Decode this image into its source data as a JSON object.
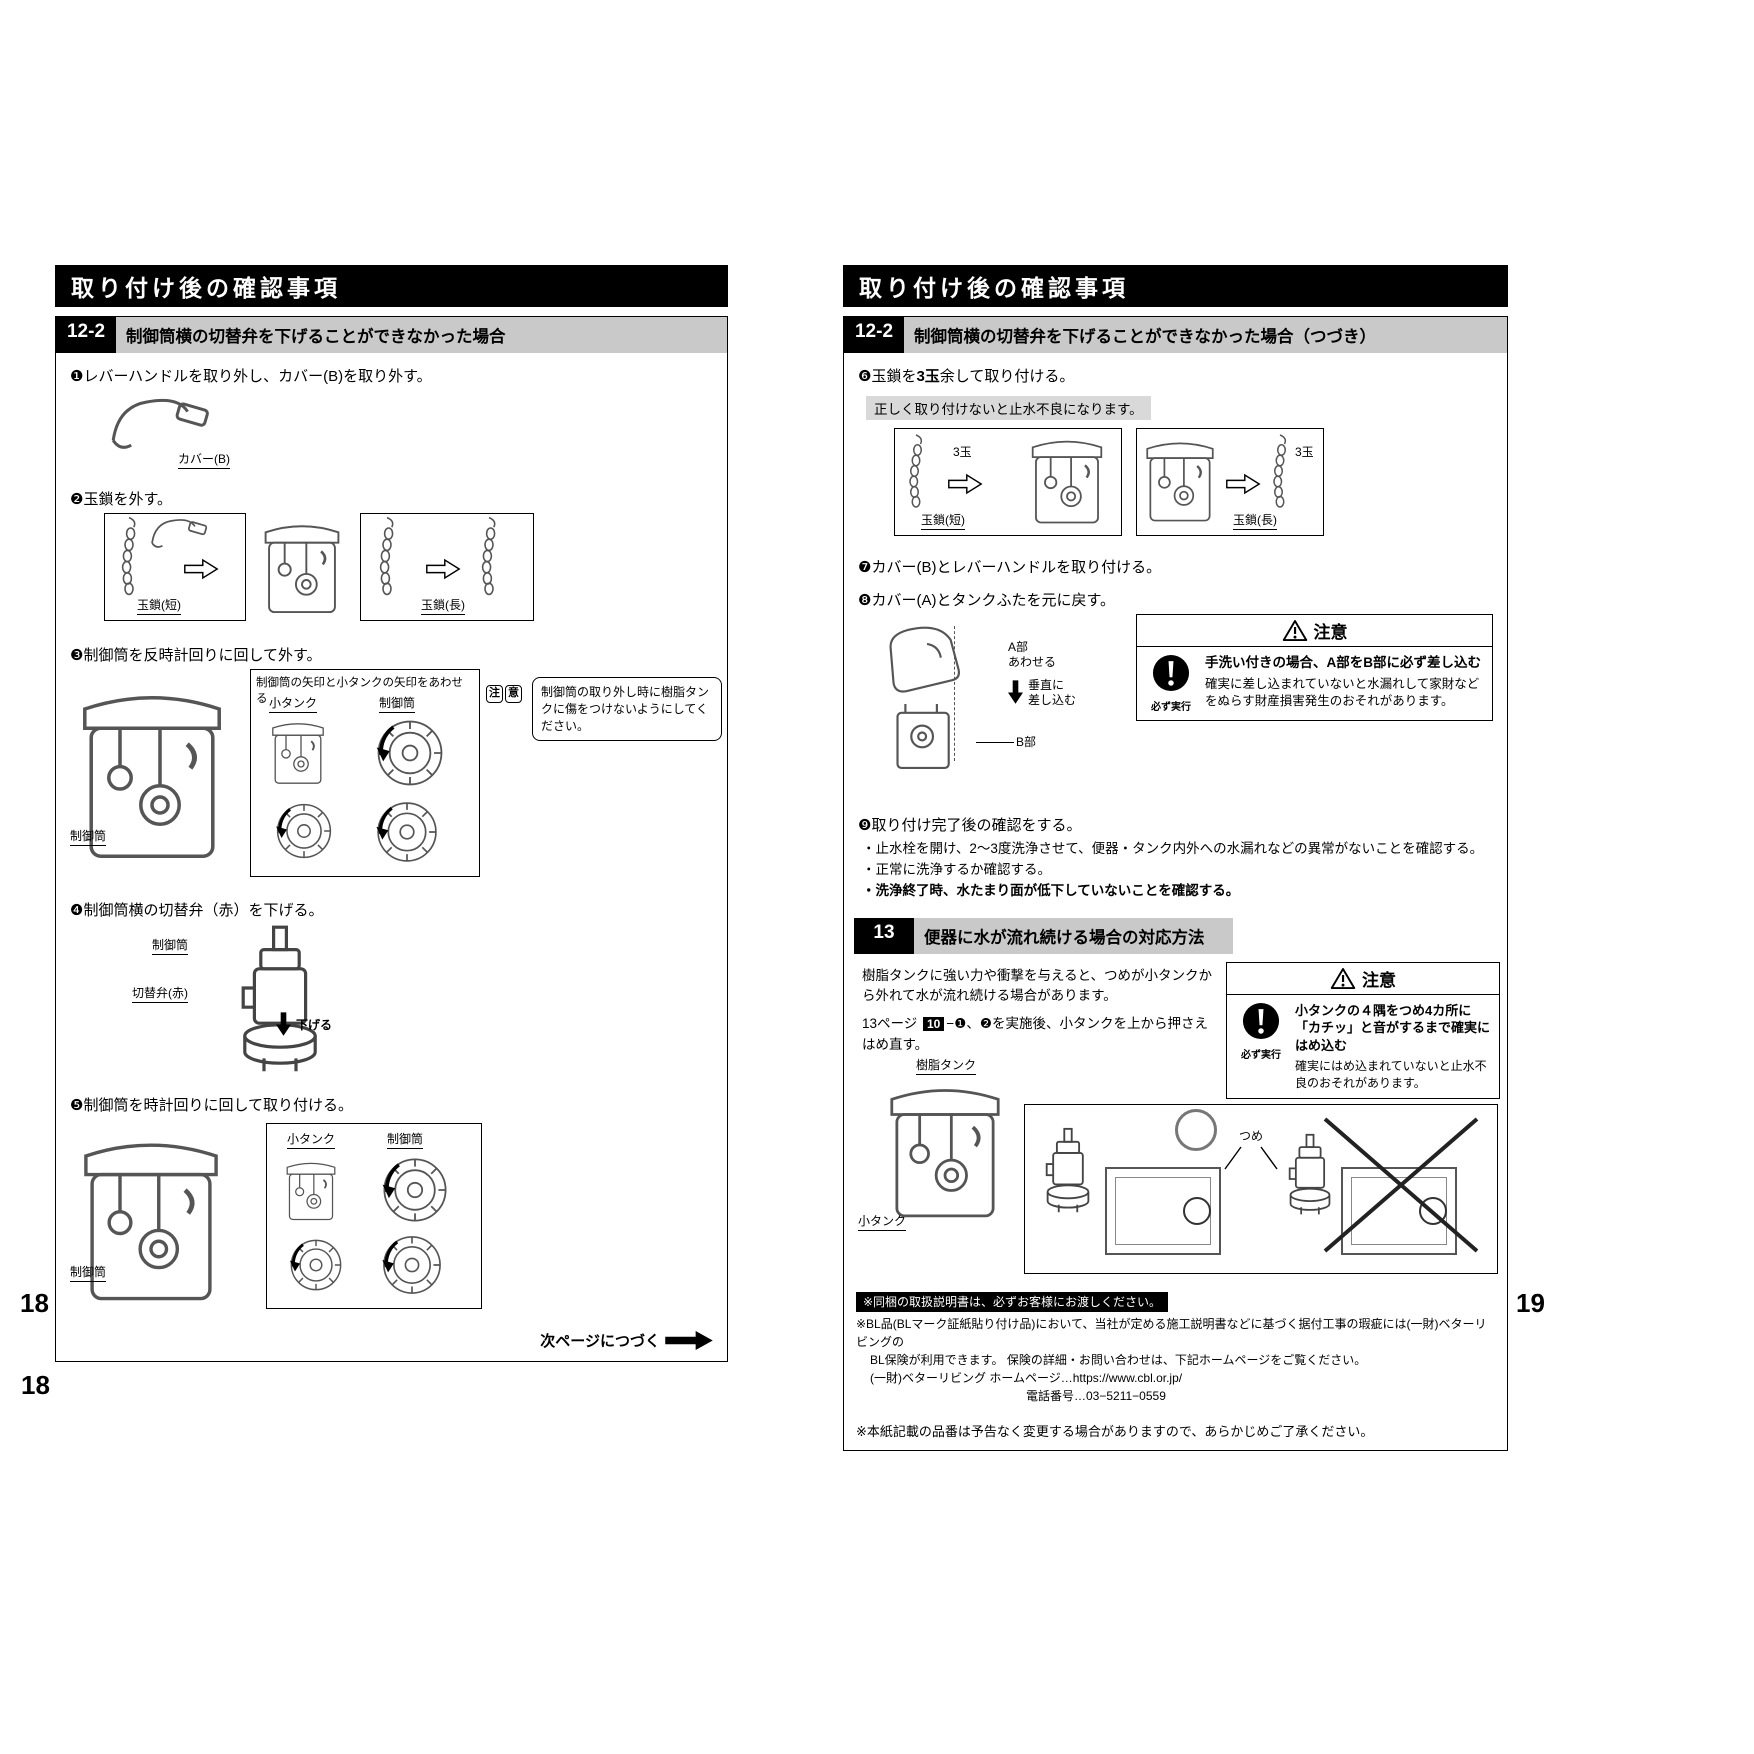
{
  "left": {
    "page_number": "18",
    "header": "取り付け後の確認事項",
    "section": {
      "num": "12-2",
      "title": "制御筒横の切替弁を下げることができなかった場合"
    },
    "step1": "❶レバーハンドルを取り外し、カバー(B)を取り外す。",
    "ill1": {
      "cover_label": "カバー(B)"
    },
    "step2": "❷玉鎖を外す。",
    "ill2": {
      "chain_short": "玉鎖(短)",
      "chain_long": "玉鎖(長)"
    },
    "step3": "❸制御筒を反時計回りに回して外す。",
    "ill3": {
      "caption": "制御筒の矢印と小タンクの矢印をあわせる",
      "small_tank": "小タンク",
      "cylinder": "制御筒",
      "tank_cylinder": "制御筒",
      "badge1": "注",
      "badge2": "意",
      "note": "制御筒の取り外し時に樹脂タンクに傷をつけないようにしてください。"
    },
    "step4": "❹制御筒横の切替弁（赤）を下げる。",
    "ill4": {
      "cylinder": "制御筒",
      "valve": "切替弁(赤)",
      "lower": "下げる"
    },
    "step5": "❺制御筒を時計回りに回して取り付ける。",
    "ill5": {
      "small_tank": "小タンク",
      "cylinder": "制御筒",
      "tank_cylinder": "制御筒"
    },
    "continue_label": "次ページにつづく"
  },
  "right": {
    "page_number": "19",
    "header": "取り付け後の確認事項",
    "section": {
      "num": "12-2",
      "title": "制御筒横の切替弁を下げることができなかった場合（つづき）"
    },
    "step6": {
      "pre": "❻玉鎖を",
      "bold": "3玉",
      "post": "余して取り付ける。"
    },
    "step6_note": "正しく取り付けないと止水不良になります。",
    "ill6": {
      "beads1": "3玉",
      "chain_short": "玉鎖(短)",
      "beads2": "3玉",
      "chain_long": "玉鎖(長)"
    },
    "step7": "❼カバー(B)とレバーハンドルを取り付ける。",
    "step8": "❽カバー(A)とタンクふたを元に戻す。",
    "ill8": {
      "a_part": "A部",
      "a_note": "あわせる",
      "vertical1": "垂直に",
      "vertical2": "差し込む",
      "b_part": "B部"
    },
    "caution1": {
      "title": "注意",
      "must_label": "必ず実行",
      "bold": "手洗い付きの場合、A部をB部に必ず差し込む",
      "text": "確実に差し込まれていないと水漏れして家財などをぬらす財産損害発生のおそれがあります。"
    },
    "step9": "❾取り付け完了後の確認をする。",
    "bullets": [
      "・止水栓を開け、2〜3度洗浄させて、便器・タンク内外への水漏れなどの異常がないことを確認する。",
      "・正常に洗浄するか確認する。",
      "・洗浄終了時、水たまり面が低下していないことを確認する。"
    ],
    "section13": {
      "num": "13",
      "title": "便器に水が流れ続ける場合の対応方法"
    },
    "s13": {
      "para1": "樹脂タンクに強い力や衝撃を与えると、つめが小タンクから外れて水が流れ続ける場合があります。",
      "para2_pre": "13ページ ",
      "ref": "10",
      "para2_post": "−❶、❷を実施後、小タンクを上から押さえはめ直す。"
    },
    "caution2": {
      "title": "注意",
      "must_label": "必ず実行",
      "bold": "小タンクの４隅をつめ4カ所に「カチッ」と音がするまで確実にはめ込む",
      "text": "確実にはめ込まれていないと止水不良のおそれがあります。"
    },
    "ill13": {
      "resin_tank": "樹脂タンク",
      "small_tank": "小タンク",
      "claw": "つめ"
    },
    "footnotes": {
      "highlight": "※同梱の取扱説明書は、必ずお客様にお渡しください。",
      "bl1": "※BL品(BLマーク証紙貼り付け品)において、当社が定める施工説明書などに基づく据付工事の瑕疵には(一財)ベターリビングの",
      "bl2": "BL保険が利用できます。 保険の詳細・お問い合わせは、下記ホームページをご覧ください。",
      "homepage": "(一財)ベターリビング ホームページ…https://www.cbl.or.jp/",
      "phone": "電話番号…03−5211−0559",
      "final": "※本紙記載の品番は予告なく変更する場合がありますので、あらかじめご了承ください。"
    }
  },
  "colors": {
    "header_bg": "#000000",
    "section_bar": "#c9c9c9",
    "note_bg": "#d9d9d9"
  }
}
